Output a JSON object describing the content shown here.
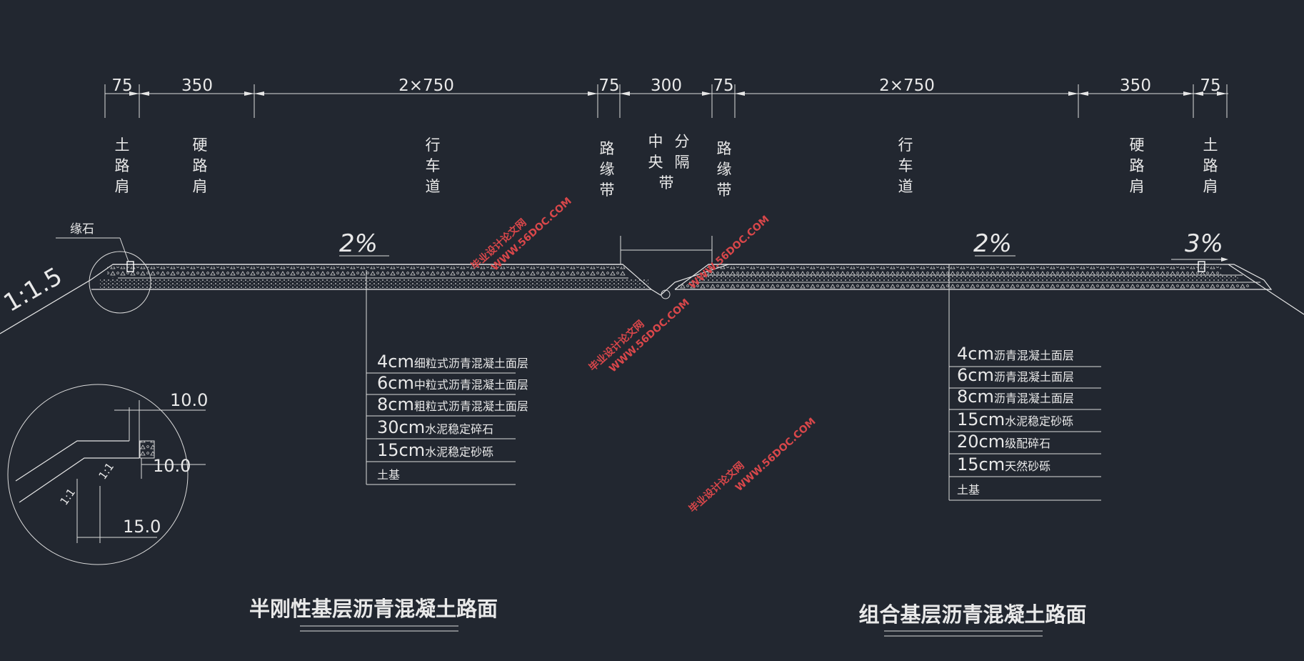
{
  "dimensions": [
    "75",
    "350",
    "2×750",
    "75",
    "300",
    "75",
    "2×750",
    "350",
    "75"
  ],
  "zones": [
    {
      "chars": [
        "土",
        "路",
        "肩"
      ]
    },
    {
      "chars": [
        "硬",
        "路",
        "肩"
      ]
    },
    {
      "chars": [
        "行",
        "车",
        "道"
      ]
    },
    {
      "chars": [
        "路",
        "缘",
        "带"
      ]
    },
    {
      "chars": [
        "中",
        "央"
      ]
    },
    {
      "chars": [
        "分",
        "隔",
        "带"
      ]
    },
    {
      "chars": [
        "路",
        "缘",
        "带"
      ]
    },
    {
      "chars": [
        "行",
        "车",
        "道"
      ]
    },
    {
      "chars": [
        "硬",
        "路",
        "肩"
      ]
    },
    {
      "chars": [
        "土",
        "路",
        "肩"
      ]
    }
  ],
  "curb_label": "缘石",
  "side_slope": "1:1.5",
  "slopes": {
    "left": "2%",
    "right": "2%",
    "shoulder": "3%"
  },
  "detail": {
    "d1": "10.0",
    "d2": "10.0",
    "d3": "15.0",
    "s1": "1:1",
    "s2": "1:1"
  },
  "left_layers": [
    {
      "t": "4cm",
      "d": "细粒式沥青混凝土面层"
    },
    {
      "t": "6cm",
      "d": "中粒式沥青混凝土面层"
    },
    {
      "t": "8cm",
      "d": "粗粒式沥青混凝土面层"
    },
    {
      "t": "30cm",
      "d": "水泥稳定碎石"
    },
    {
      "t": "15cm",
      "d": "水泥稳定砂砾"
    },
    {
      "t": "",
      "d": "土基"
    }
  ],
  "right_layers": [
    {
      "t": "4cm",
      "d": "沥青混凝土面层"
    },
    {
      "t": "6cm",
      "d": "沥青混凝土面层"
    },
    {
      "t": "8cm",
      "d": "沥青混凝土面层"
    },
    {
      "t": "15cm",
      "d": "水泥稳定砂砾"
    },
    {
      "t": "20cm",
      "d": "级配碎石"
    },
    {
      "t": "15cm",
      "d": "天然砂砾"
    },
    {
      "t": "",
      "d": "土基"
    }
  ],
  "titles": {
    "left": "半刚性基层沥青混凝土路面",
    "right": "组合基层沥青混凝土路面"
  },
  "watermark": {
    "cn": "毕业设计论文网",
    "url": "WWW.56DOC.COM"
  }
}
